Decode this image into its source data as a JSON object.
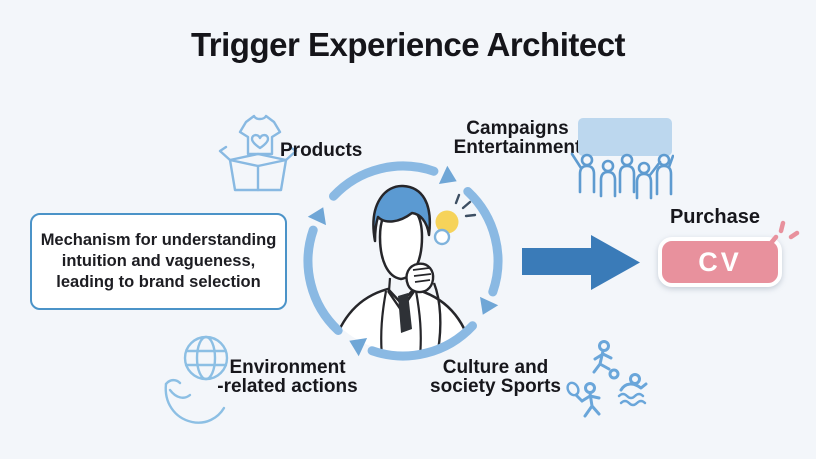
{
  "title": "Trigger Experience Architect",
  "mechanism_box": {
    "line1": "Mechanism for understanding",
    "line2": "intuition and vagueness,",
    "line3": "leading to brand selection"
  },
  "nodes": {
    "products": {
      "label": "Products",
      "icon": "tshirt-open-box-icon"
    },
    "campaigns": {
      "line1": "Campaigns",
      "line2": "Entertainment",
      "icon": "audience-screen-icon"
    },
    "environment": {
      "line1": "Environment",
      "line2": "-related actions",
      "icon": "hand-globe-icon"
    },
    "culture": {
      "line1": "Culture and",
      "line2": "society Sports",
      "icon": "sports-figures-icon"
    }
  },
  "center": {
    "figure": "thinking-person-with-lightbulb",
    "cycle": "clockwise-cycle-arrows"
  },
  "purchase": {
    "label": "Purchase",
    "badge": "CV"
  },
  "colors": {
    "background": "#f3f6fa",
    "cycle_blue": "#8ab9e3",
    "arrowhead_blue": "#6fa6d6",
    "icon_light_blue": "#88b9e2",
    "crowd_blue": "#5e9bd0",
    "sports_blue": "#6aa6da",
    "screen_blue": "#bcd7ee",
    "hair_blue": "#5b9ad2",
    "bulb_yellow": "#f6d35a",
    "big_arrow_blue": "#3a7bb8",
    "cv_pink": "#e8919d",
    "box_border_blue": "#4b93c8",
    "text_dark": "#17171c"
  }
}
